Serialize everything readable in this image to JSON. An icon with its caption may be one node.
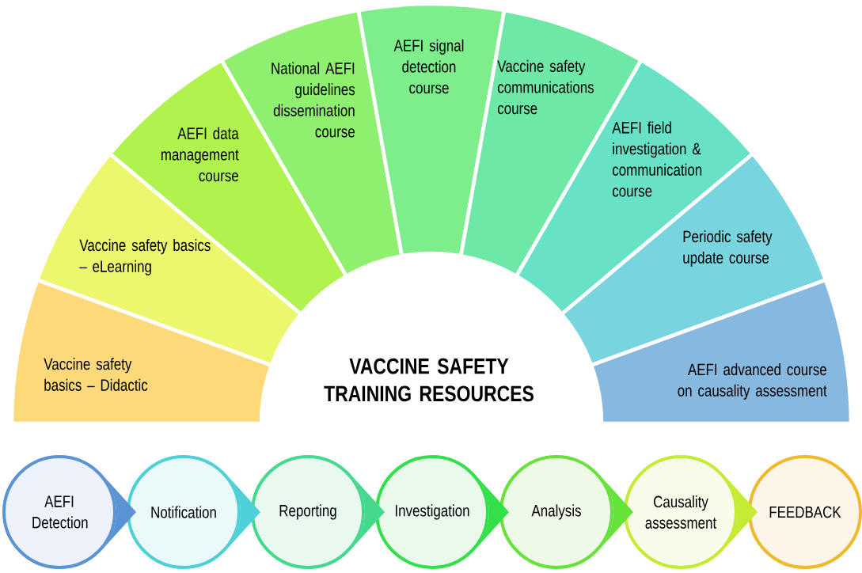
{
  "diagram": {
    "title": "VACCINE SAFETY TRAINING RESOURCES",
    "nodes": [
      {
        "text": [
          "Vaccine safety basics – Didactic"
        ]
      },
      {
        "text": [
          "Vaccine safety basics – eLearning"
        ]
      },
      {
        "text": [
          "AEFI data management course"
        ]
      },
      {
        "text": [
          "National AEFI guidelines dissemination course"
        ]
      },
      {
        "text": [
          "AEFI signal detection course"
        ]
      },
      {
        "text": [
          "Vaccine safety communications course"
        ]
      },
      {
        "text": [
          "AEFI field investigation & communication course"
        ]
      },
      {
        "text": [
          "Periodic safety update course"
        ]
      },
      {
        "text": [
          "AEFI advanced course on causality assessment"
        ]
      },
      {
        "text": [
          "AEFI Detection"
        ]
      },
      {
        "text": [
          "Notification"
        ]
      },
      {
        "text": [
          "Reporting"
        ]
      },
      {
        "text": [
          "Investigation"
        ]
      },
      {
        "text": [
          "Analysis"
        ]
      },
      {
        "text": [
          "Causality assessment"
        ]
      },
      {
        "text": [
          "FEEDBACK"
        ]
      }
    ],
    "edges": [
      {
        "from": 9,
        "to": 10,
        "arrow": "to"
      },
      {
        "from": 10,
        "to": 11,
        "arrow": "to"
      },
      {
        "from": 11,
        "to": 12,
        "arrow": "to"
      },
      {
        "from": 12,
        "to": 13,
        "arrow": "to"
      },
      {
        "from": 13,
        "to": 14,
        "arrow": "to"
      },
      {
        "from": 14,
        "to": 15,
        "arrow": "to"
      }
    ]
  }
}
